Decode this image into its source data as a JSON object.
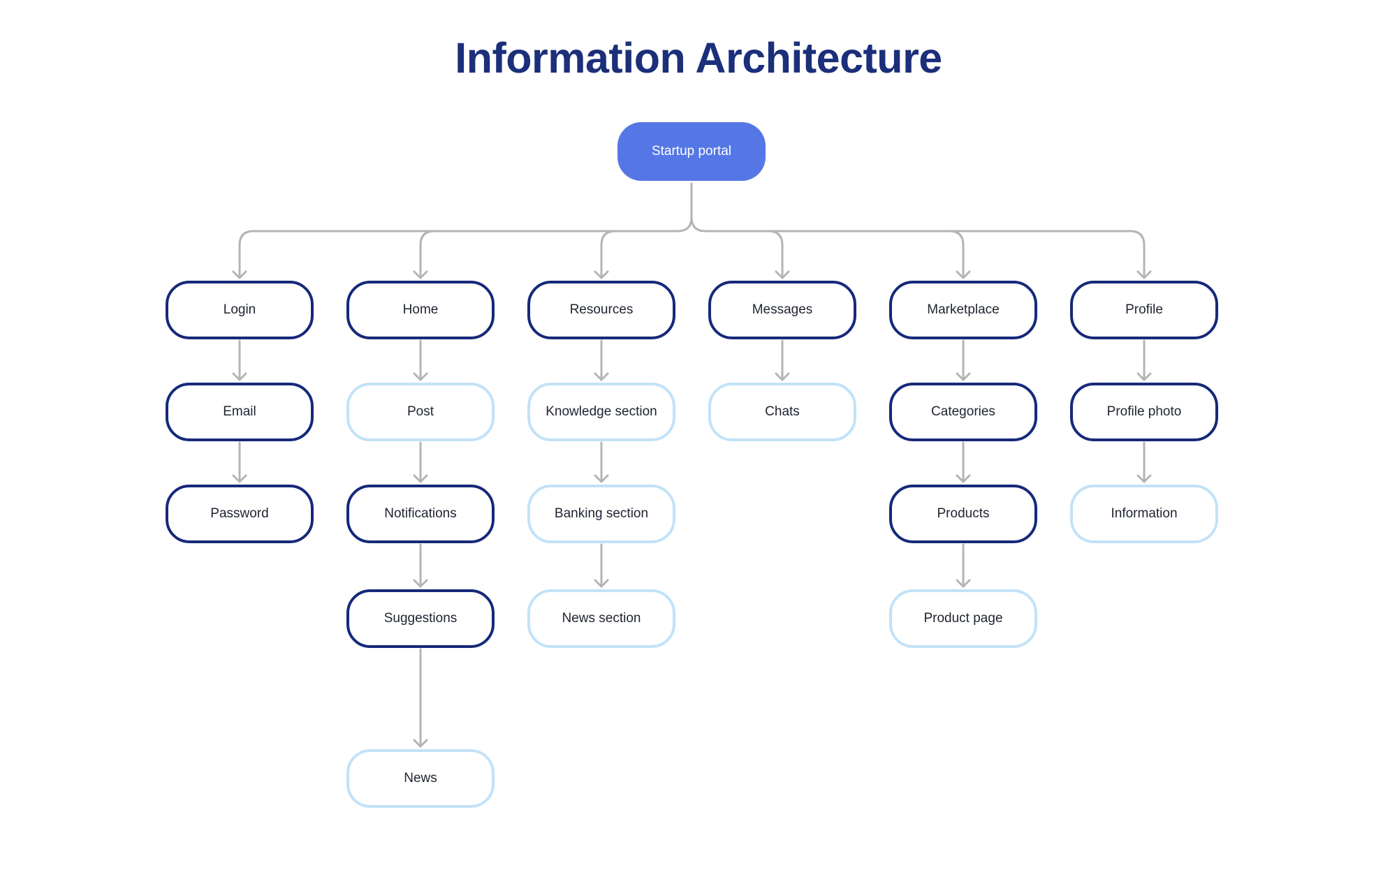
{
  "title": "Information Architecture",
  "root": {
    "label": "Startup portal"
  },
  "columns": [
    {
      "items": [
        {
          "label": "Login",
          "style": "dark"
        },
        {
          "label": "Email",
          "style": "dark"
        },
        {
          "label": "Password",
          "style": "dark"
        }
      ]
    },
    {
      "items": [
        {
          "label": "Home",
          "style": "dark"
        },
        {
          "label": "Post",
          "style": "light"
        },
        {
          "label": "Notifications",
          "style": "dark"
        },
        {
          "label": "Suggestions",
          "style": "dark"
        },
        {
          "label": "News",
          "style": "light"
        }
      ]
    },
    {
      "items": [
        {
          "label": "Resources",
          "style": "dark"
        },
        {
          "label": "Knowledge section",
          "style": "light"
        },
        {
          "label": "Banking section",
          "style": "light"
        },
        {
          "label": "News section",
          "style": "light"
        }
      ]
    },
    {
      "items": [
        {
          "label": "Messages",
          "style": "dark"
        },
        {
          "label": "Chats",
          "style": "light"
        }
      ]
    },
    {
      "items": [
        {
          "label": "Marketplace",
          "style": "dark"
        },
        {
          "label": "Categories",
          "style": "dark"
        },
        {
          "label": "Products",
          "style": "dark"
        },
        {
          "label": "Product page",
          "style": "light"
        }
      ]
    },
    {
      "items": [
        {
          "label": "Profile",
          "style": "dark"
        },
        {
          "label": "Profile photo",
          "style": "dark"
        },
        {
          "label": "Information",
          "style": "light"
        }
      ]
    }
  ],
  "colors": {
    "title": "#1b2f7a",
    "root_fill": "#5577e6",
    "dark_border": "#16297a",
    "light_border": "#c2e2f8",
    "connector": "#b4b4b4"
  }
}
